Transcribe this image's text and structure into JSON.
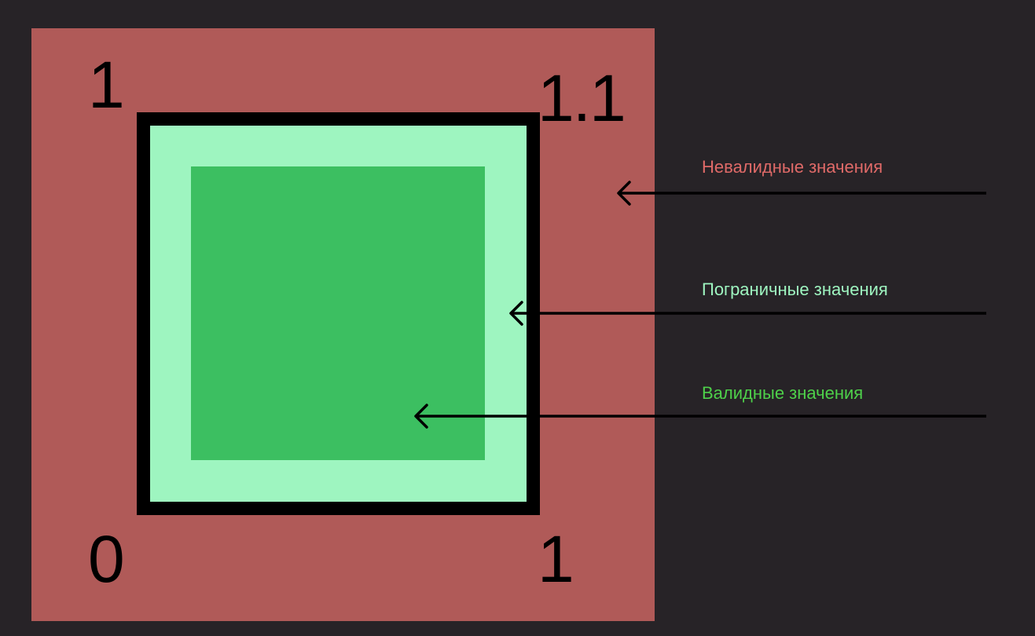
{
  "colors": {
    "background": "#272327",
    "invalid_zone": "#b05a58",
    "boundary_zone": "#9ef5c0",
    "valid_zone": "#3cbf61",
    "frame": "#000000",
    "invalid_label": "#e06a68",
    "boundary_label": "#9ef5c0",
    "valid_label": "#4ed04a",
    "arrow": "#000000"
  },
  "corners": {
    "top_left": "1",
    "top_right": "1.1",
    "bottom_left": "0",
    "bottom_right": "1"
  },
  "legend": {
    "invalid": "Невалидные значения",
    "boundary": "Пограничные значения",
    "valid": "Валидные значения"
  }
}
